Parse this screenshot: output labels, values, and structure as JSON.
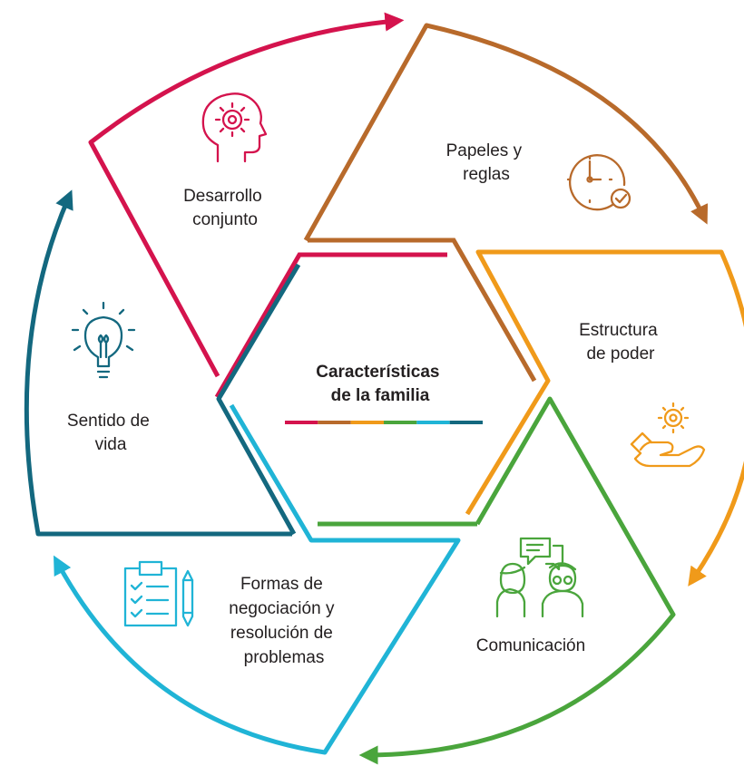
{
  "center": {
    "title_line1": "Características",
    "title_line2": "de la familia",
    "underline_colors": [
      "#d4134d",
      "#b86a2b",
      "#f09a1a",
      "#4aa53c",
      "#20b4d6",
      "#13687f"
    ]
  },
  "segments": [
    {
      "id": "desarrollo",
      "lines": [
        "Desarrollo",
        "conjunto"
      ],
      "color": "#d4134d",
      "icon": "head-gear-icon"
    },
    {
      "id": "papeles",
      "lines": [
        "Papeles y",
        "reglas"
      ],
      "color": "#b86a2b",
      "icon": "clock-check-icon"
    },
    {
      "id": "estructura",
      "lines": [
        "Estructura",
        "de poder"
      ],
      "color": "#f09a1a",
      "icon": "hand-gear-icon"
    },
    {
      "id": "comunicacion",
      "lines": [
        "Comunicación"
      ],
      "color": "#4aa53c",
      "icon": "people-chat-icon"
    },
    {
      "id": "formas",
      "lines": [
        "Formas de",
        "negociación y",
        "resolución de",
        "problemas"
      ],
      "color": "#20b4d6",
      "icon": "clipboard-checklist-icon"
    },
    {
      "id": "sentido",
      "lines": [
        "Sentido de",
        "vida"
      ],
      "color": "#13687f",
      "icon": "lightbulb-icon"
    }
  ]
}
